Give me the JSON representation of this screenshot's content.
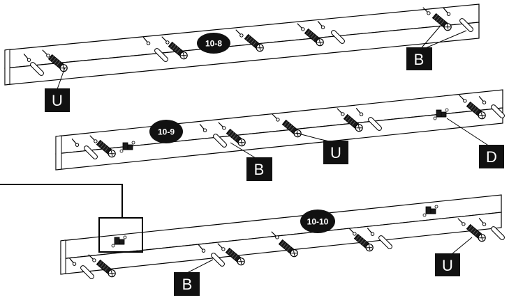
{
  "steps": [
    "10-8",
    "10-9",
    "10-10"
  ],
  "part_labels": {
    "step_10_8": [
      "U",
      "B"
    ],
    "step_10_9": [
      "B",
      "U",
      "D"
    ],
    "step_10_10": [
      "B",
      "U"
    ]
  },
  "colors": {
    "board_fill": "#ffffff",
    "outline": "#000000",
    "label_box": "#111111",
    "label_text": "#ffffff",
    "hardware_body": "#1a1a1a",
    "dowel_fill": "#ffffff"
  },
  "icons": {
    "dowel": "dowel-icon",
    "cam_screw": "cam-screw-icon",
    "small_screw": "small-screw-icon",
    "bracket": "bracket-icon"
  }
}
